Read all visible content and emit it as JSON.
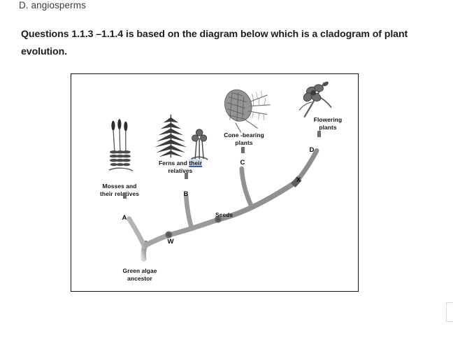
{
  "question": {
    "option_d": "D.  angiosperms",
    "prompt": "Questions 1.1.3 –1.1.4 is based on the diagram below which is a cladogram of plant evolution."
  },
  "diagram": {
    "title": "cladogram-of-plant-evolution",
    "labels": {
      "mosses": "Mosses  and\ntheir relatives",
      "ferns": "Ferns and their",
      "ferns_second_line": "relatives",
      "cone_bearing": "Cone -bearing\nplants",
      "flowering": "Flowering\nplants",
      "green_algae": "Green  algae\nancestor",
      "seeds": "Seeds"
    },
    "nodes": {
      "a": "A",
      "b": "B",
      "c": "C",
      "d": "D",
      "w": "W",
      "x": "X"
    },
    "illustrations": [
      {
        "name": "moss-illustration",
        "label": "mosses"
      },
      {
        "name": "fern-illustration",
        "label": "ferns"
      },
      {
        "name": "horsetail-illustration",
        "label": "ferns"
      },
      {
        "name": "pine-cone-illustration",
        "label": "cone_bearing"
      },
      {
        "name": "flower-branch-illustration",
        "label": "flowering"
      }
    ],
    "colors": {
      "branch": "#8e8e8e",
      "branch_light": "#bdbdbd",
      "node_dark": "#5a5a5a",
      "frame": "#1c1c1c",
      "text": "#111111",
      "highlight": "#cfd8ef"
    }
  },
  "chart_data": {
    "type": "diagram",
    "title": "Cladogram of plant evolution",
    "taxa": [
      "Mosses and their relatives",
      "Ferns and their relatives",
      "Cone-bearing plants",
      "Flowering plants"
    ],
    "root": "Green algae ancestor",
    "nodes": [
      {
        "id": "W",
        "label": "W",
        "type": "branch-point"
      },
      {
        "id": "Seeds",
        "label": "Seeds",
        "type": "trait-origin"
      },
      {
        "id": "X",
        "label": "X",
        "type": "branch-point"
      }
    ],
    "branch_labels": [
      "A",
      "B",
      "C",
      "D"
    ]
  }
}
